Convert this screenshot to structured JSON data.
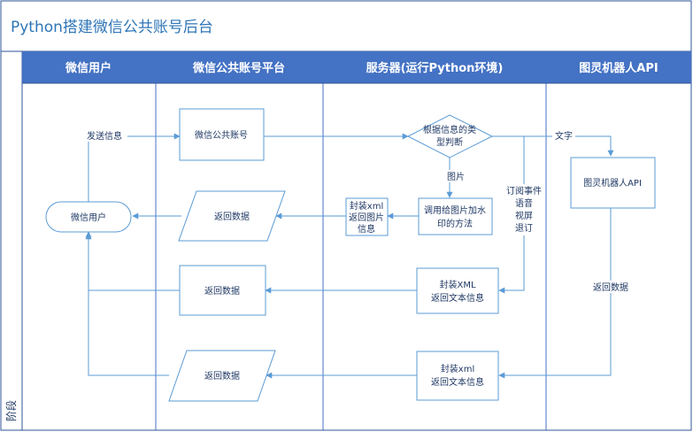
{
  "title": "Python搭建微信公共账号后台",
  "stage_label": "阶段",
  "lanes": [
    {
      "id": "user",
      "label": "微信用户"
    },
    {
      "id": "platform",
      "label": "微信公共账号平台"
    },
    {
      "id": "server",
      "label": "服务器(运行Python环境)"
    },
    {
      "id": "tuling",
      "label": "图灵机器人API"
    }
  ],
  "nodes": [
    {
      "id": "user_node",
      "shape": "terminator",
      "lines": [
        "微信用户"
      ]
    },
    {
      "id": "wx_account",
      "shape": "process",
      "lines": [
        "微信公共账号"
      ]
    },
    {
      "id": "decision",
      "shape": "decision",
      "lines": [
        "根据信息的类",
        "型判断"
      ]
    },
    {
      "id": "tuling_api",
      "shape": "process",
      "lines": [
        "图灵机器人API"
      ]
    },
    {
      "id": "img_method",
      "shape": "process",
      "lines": [
        "调用给图片加水",
        "印的方法"
      ]
    },
    {
      "id": "wrap_img",
      "shape": "process",
      "lines": [
        "封装xml",
        "返回图片",
        "信息"
      ]
    },
    {
      "id": "ret_data_1",
      "shape": "data",
      "lines": [
        "返回数据"
      ]
    },
    {
      "id": "ret_data_2",
      "shape": "process",
      "lines": [
        "返回数据"
      ]
    },
    {
      "id": "wrap_text_1",
      "shape": "process",
      "lines": [
        "封装XML",
        "返回文本信息"
      ]
    },
    {
      "id": "ret_data_3",
      "shape": "data",
      "lines": [
        "返回数据"
      ]
    },
    {
      "id": "wrap_text_2",
      "shape": "process",
      "lines": [
        "封装xml",
        "返回文本信息"
      ]
    }
  ],
  "edges": [
    {
      "from": "user_node",
      "to": "wx_account",
      "label": "发送信息"
    },
    {
      "from": "wx_account",
      "to": "decision",
      "label": ""
    },
    {
      "from": "decision",
      "to": "tuling_api",
      "label": "文字"
    },
    {
      "from": "decision",
      "to": "img_method",
      "label": "图片"
    },
    {
      "from": "img_method",
      "to": "wrap_img",
      "label": ""
    },
    {
      "from": "wrap_img",
      "to": "ret_data_1",
      "label": ""
    },
    {
      "from": "ret_data_1",
      "to": "user_node",
      "label": ""
    },
    {
      "from": "decision",
      "to": "wrap_text_1",
      "label": "订阅事件 语音 视屏 退订"
    },
    {
      "from": "wrap_text_1",
      "to": "ret_data_2",
      "label": ""
    },
    {
      "from": "ret_data_2",
      "to": "user_node",
      "label": ""
    },
    {
      "from": "tuling_api",
      "to": "wrap_text_2",
      "label": "返回数据"
    },
    {
      "from": "wrap_text_2",
      "to": "ret_data_3",
      "label": ""
    },
    {
      "from": "ret_data_3",
      "to": "user_node",
      "label": ""
    }
  ],
  "edge_labels": {
    "send": "发送信息",
    "text": "文字",
    "image": "图片",
    "events": [
      "订阅事件",
      "语音",
      "视屏",
      "退订"
    ],
    "return_data": "返回数据"
  },
  "colors": {
    "accent": "#5b9bd5",
    "lane_header": "#4472c4",
    "title": "#2e75b6",
    "text": "#1f3864",
    "border": "#2e5597"
  }
}
